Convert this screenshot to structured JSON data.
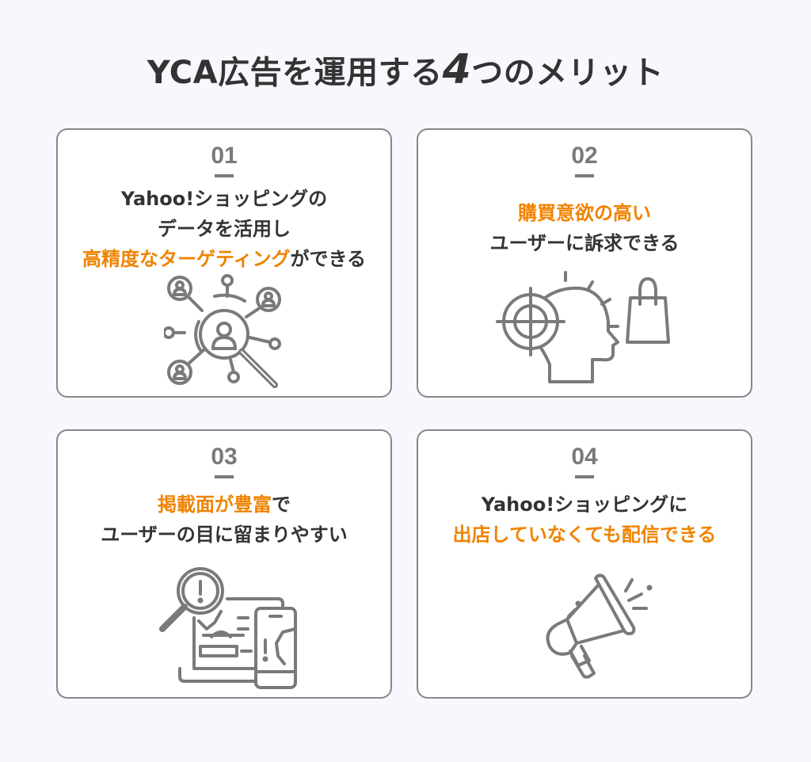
{
  "title": {
    "prefix": "YCA広告を運用する",
    "number": "4",
    "suffix": "つのメリット"
  },
  "colors": {
    "accent": "#f08300",
    "text": "#333333",
    "number": "#7a7a7a",
    "border": "#888888",
    "background": "#f7f8fd"
  },
  "cards": [
    {
      "number": "01",
      "lines": [
        {
          "parts": [
            {
              "text": "Yahoo!ショッピングの",
              "highlight": false
            }
          ]
        },
        {
          "parts": [
            {
              "text": "データを活用し",
              "highlight": false
            }
          ]
        },
        {
          "parts": [
            {
              "text": "高精度なターゲティング",
              "highlight": true
            },
            {
              "text": "ができる",
              "highlight": false
            }
          ]
        }
      ],
      "icon": "user-network-search-icon"
    },
    {
      "number": "02",
      "lines": [
        {
          "parts": [
            {
              "text": "購買意欲の高い",
              "highlight": true
            }
          ]
        },
        {
          "parts": [
            {
              "text": "ユーザーに訴求できる",
              "highlight": false
            }
          ]
        }
      ],
      "icon": "target-head-shopping-bag-icon"
    },
    {
      "number": "03",
      "lines": [
        {
          "parts": [
            {
              "text": "掲載面が豊富",
              "highlight": true
            },
            {
              "text": "で",
              "highlight": false
            }
          ]
        },
        {
          "parts": [
            {
              "text": "ユーザーの目に留まりやすい",
              "highlight": false
            }
          ]
        }
      ],
      "icon": "search-devices-alert-icon"
    },
    {
      "number": "04",
      "lines": [
        {
          "parts": [
            {
              "text": "Yahoo!ショッピングに",
              "highlight": false
            }
          ]
        },
        {
          "parts": [
            {
              "text": "出店していなくても配信できる",
              "highlight": true
            }
          ]
        }
      ],
      "icon": "megaphone-icon"
    }
  ]
}
